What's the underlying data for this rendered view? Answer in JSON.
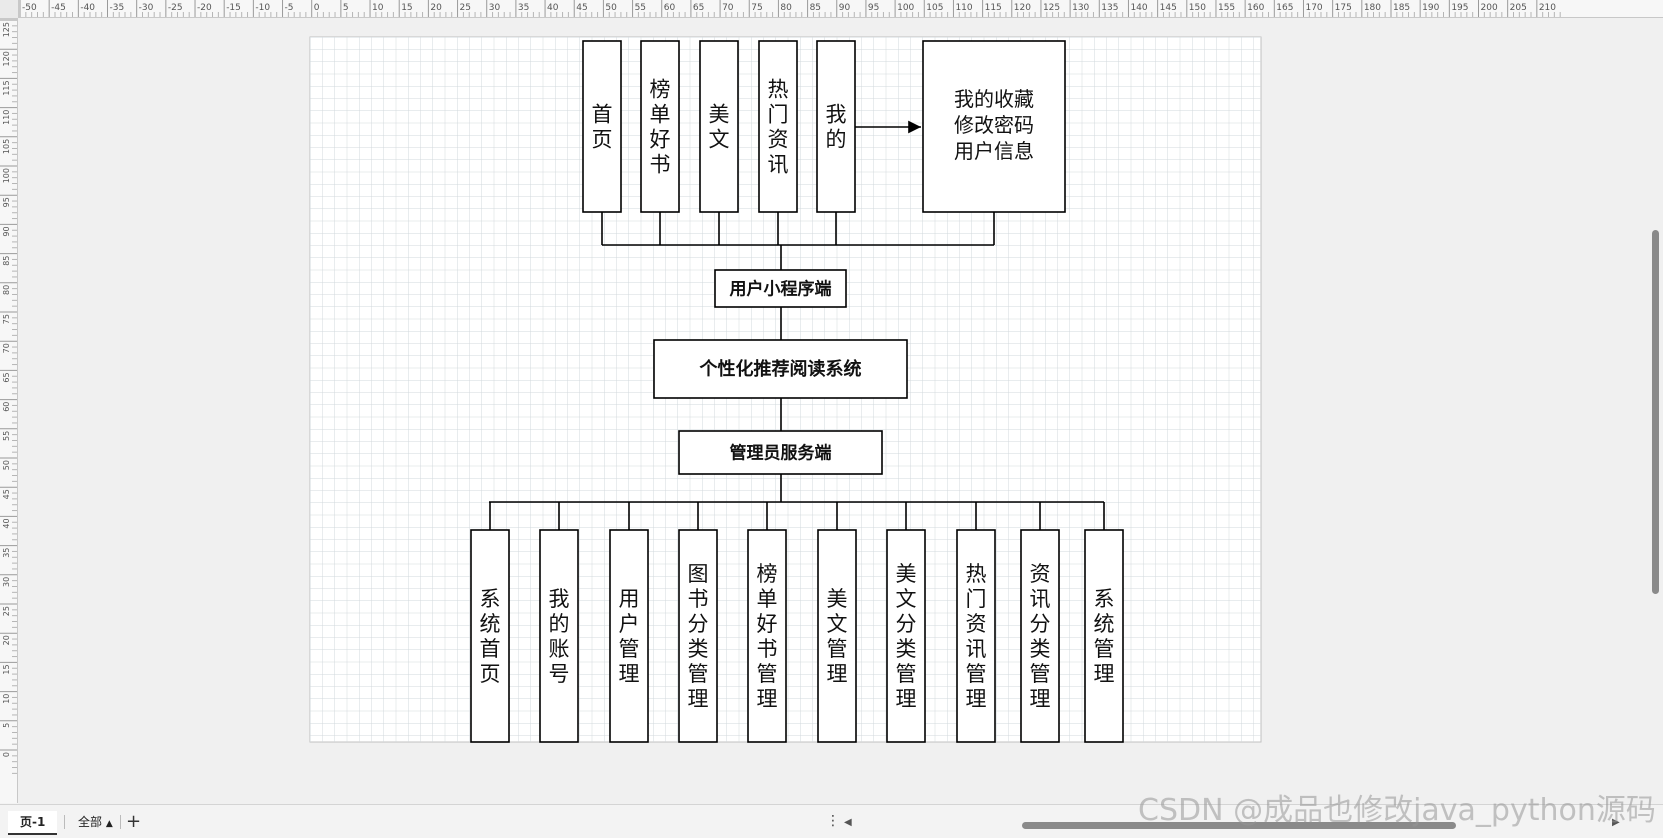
{
  "ruler": {
    "top_labels": [
      "-50",
      "-45",
      "-40",
      "-35",
      "-30",
      "-25",
      "-20",
      "-15",
      "-10",
      "-5",
      "0",
      "5",
      "10",
      "15",
      "20",
      "25",
      "30",
      "35",
      "40",
      "45",
      "50",
      "55",
      "60",
      "65",
      "70",
      "75",
      "80",
      "85",
      "90",
      "95",
      "100",
      "105",
      "110",
      "115",
      "120",
      "125",
      "130",
      "135",
      "140",
      "145",
      "150",
      "155",
      "160",
      "165",
      "170",
      "175",
      "180",
      "185",
      "190",
      "195",
      "200",
      "205",
      "210"
    ],
    "left_labels": [
      "125",
      "120",
      "115",
      "110",
      "105",
      "100",
      "95",
      "90",
      "85",
      "80",
      "75",
      "70",
      "65",
      "60",
      "55",
      "50",
      "45",
      "40",
      "35",
      "30",
      "25",
      "20",
      "15",
      "10",
      "5",
      "0"
    ]
  },
  "diagram": {
    "user_modules": [
      "首页",
      "榜单好书",
      "美文",
      "热门资讯",
      "我的"
    ],
    "my_submenu": [
      "我的收藏",
      "修改密码",
      "用户信息"
    ],
    "user_client": "用户小程序端",
    "system": "个性化推荐阅读系统",
    "admin_client": "管理员服务端",
    "admin_modules": [
      "系统首页",
      "我的账号",
      "用户管理",
      "图书分类管理",
      "榜单好书管理",
      "美文管理",
      "美文分类管理",
      "热门资讯管理",
      "资讯分类管理",
      "系统管理"
    ]
  },
  "tabs": {
    "page_tab": "页-1",
    "all_tab": "全部",
    "add_icon": "plus-icon"
  },
  "watermark": "CSDN @成品也修改java_python源码"
}
